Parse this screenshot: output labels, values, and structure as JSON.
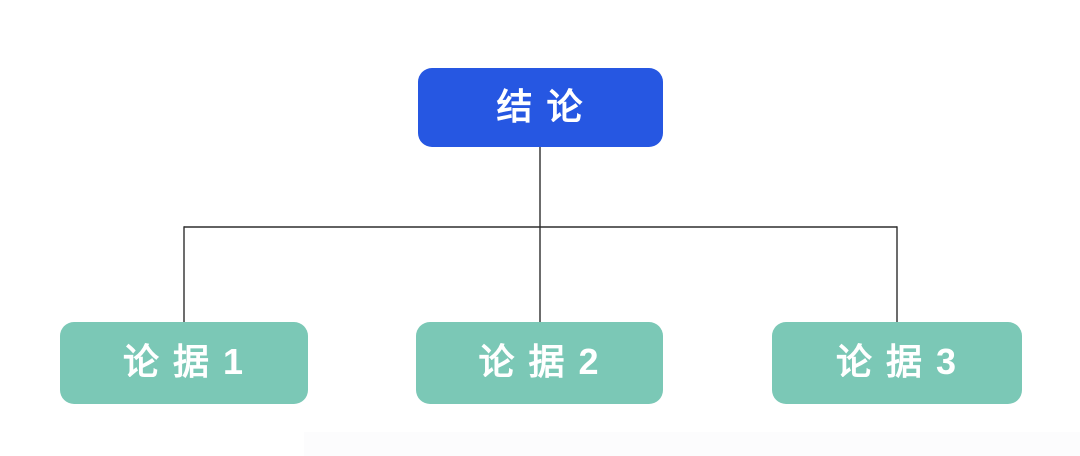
{
  "diagram": {
    "type": "tree",
    "title": "conclusion-evidence pyramid diagram",
    "root": {
      "id": "conclusion",
      "label": "结 论"
    },
    "children": [
      {
        "id": "evidence-1",
        "label": "论 据 1"
      },
      {
        "id": "evidence-2",
        "label": "论 据 2"
      },
      {
        "id": "evidence-3",
        "label": "论 据 3"
      }
    ],
    "edges": [
      {
        "from": "conclusion",
        "to": "evidence-1"
      },
      {
        "from": "conclusion",
        "to": "evidence-2"
      },
      {
        "from": "conclusion",
        "to": "evidence-3"
      }
    ],
    "colors": {
      "root_fill": "#2657e2",
      "child_fill": "#7bc8b6",
      "label_text": "#ffffff",
      "connector_line": "#2e2e2e",
      "background": "#ffffff",
      "footer_strip": "#fcfcfd"
    }
  }
}
